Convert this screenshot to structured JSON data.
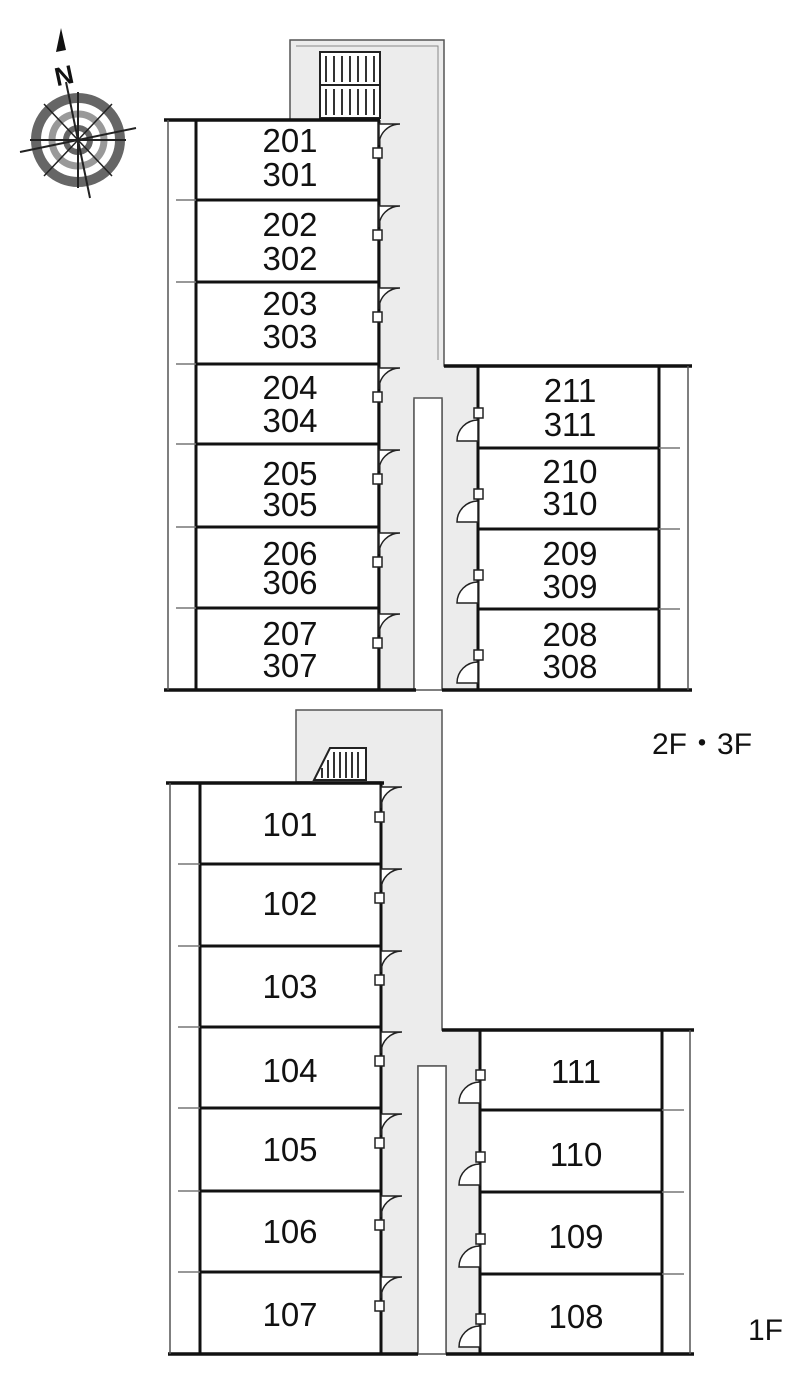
{
  "compass": {
    "north_label": "N",
    "icon": "compass-rose-icon"
  },
  "upper_block": {
    "floor_label": "2F・3F",
    "left_wing": [
      {
        "line1": "201",
        "line2": "301"
      },
      {
        "line1": "202",
        "line2": "302"
      },
      {
        "line1": "203",
        "line2": "303"
      },
      {
        "line1": "204",
        "line2": "304"
      },
      {
        "line1": "205",
        "line2": "305"
      },
      {
        "line1": "206",
        "line2": "306"
      },
      {
        "line1": "207",
        "line2": "307"
      }
    ],
    "right_wing": [
      {
        "line1": "211",
        "line2": "311"
      },
      {
        "line1": "210",
        "line2": "310"
      },
      {
        "line1": "209",
        "line2": "309"
      },
      {
        "line1": "208",
        "line2": "308"
      }
    ]
  },
  "lower_block": {
    "floor_label": "1F",
    "left_wing": [
      "101",
      "102",
      "103",
      "104",
      "105",
      "106",
      "107"
    ],
    "right_wing": [
      "111",
      "110",
      "109",
      "108"
    ]
  },
  "colors": {
    "corridor": "#ececec",
    "wall": "#111111",
    "thin_line": "#777777"
  }
}
